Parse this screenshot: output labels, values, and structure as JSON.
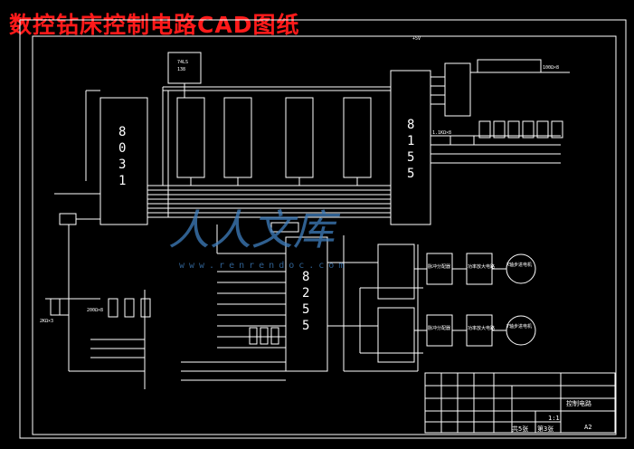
{
  "title": "数控钻床控制电路CAD图纸",
  "chips": {
    "cpu": [
      "8",
      "0",
      "3",
      "1"
    ],
    "ppi_a": [
      "8",
      "1",
      "5",
      "5"
    ],
    "ppi_b": [
      "8",
      "2",
      "5",
      "5"
    ]
  },
  "labels": {
    "ls1": "74LS",
    "ls2": "138",
    "vcc": "+5V",
    "r_pack": "100Ω×8",
    "r_pack2": "1.1KΩ×8",
    "r3": "2KΩ×3",
    "r8": "200Ω×8",
    "motor_x": "X轴步进电机",
    "motor_y": "Y轴步进电机",
    "drv1": "功率放大电路",
    "drv2": "功率放大电路",
    "pulse1": "脉冲分配器",
    "pulse2": "脉冲分配器"
  },
  "title_block": {
    "name": "控制电路",
    "paper": "A2",
    "scale": "1:1",
    "sheets": "共5张",
    "sheet": "第3张"
  },
  "watermark": {
    "brand": "人人文库",
    "url": "www.renrendoc.com"
  },
  "colors": {
    "background": "#000000",
    "wire": "#ffffff",
    "title": "#ff1a1a",
    "watermark": "#3f7fbf"
  }
}
